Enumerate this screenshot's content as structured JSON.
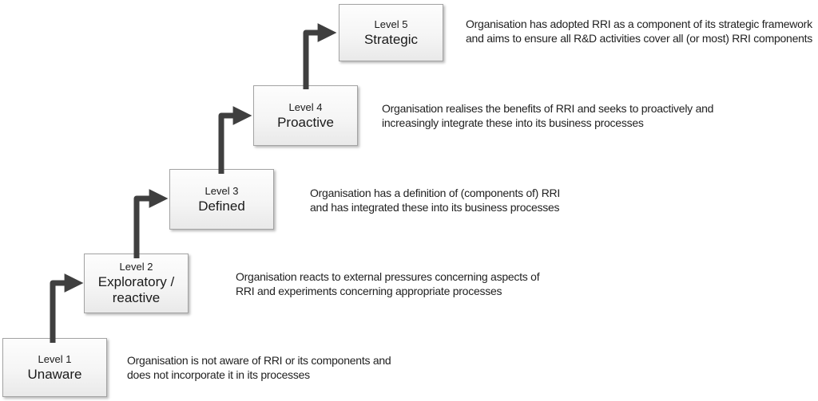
{
  "diagram": {
    "levels": [
      {
        "level_label": "Level 1",
        "name": "Unaware",
        "description": "Organisation is not aware of RRI or its components and\ndoes not incorporate it in its processes"
      },
      {
        "level_label": "Level 2",
        "name": "Exploratory /\nreactive",
        "description": "Organisation reacts to external pressures concerning aspects of\nRRI and experiments concerning appropriate processes"
      },
      {
        "level_label": "Level 3",
        "name": "Defined",
        "description": "Organisation has a definition of (components of) RRI\nand has integrated these into its business processes"
      },
      {
        "level_label": "Level 4",
        "name": "Proactive",
        "description": "Organisation realises the benefits of RRI and seeks to proactively and\nincreasingly integrate these into its business processes"
      },
      {
        "level_label": "Level 5",
        "name": "Strategic",
        "description": "Organisation has adopted RRI as a component of its strategic framework\nand aims to ensure all R&D activities cover all (or most) RRI components"
      }
    ],
    "colors": {
      "arrow": "#3f3f3f",
      "box_border": "#a3a3a3",
      "box_fill_top": "#fdfdfd",
      "box_fill_bottom": "#e9e9e9",
      "text": "#1a1a1a",
      "background": "#ffffff"
    }
  }
}
